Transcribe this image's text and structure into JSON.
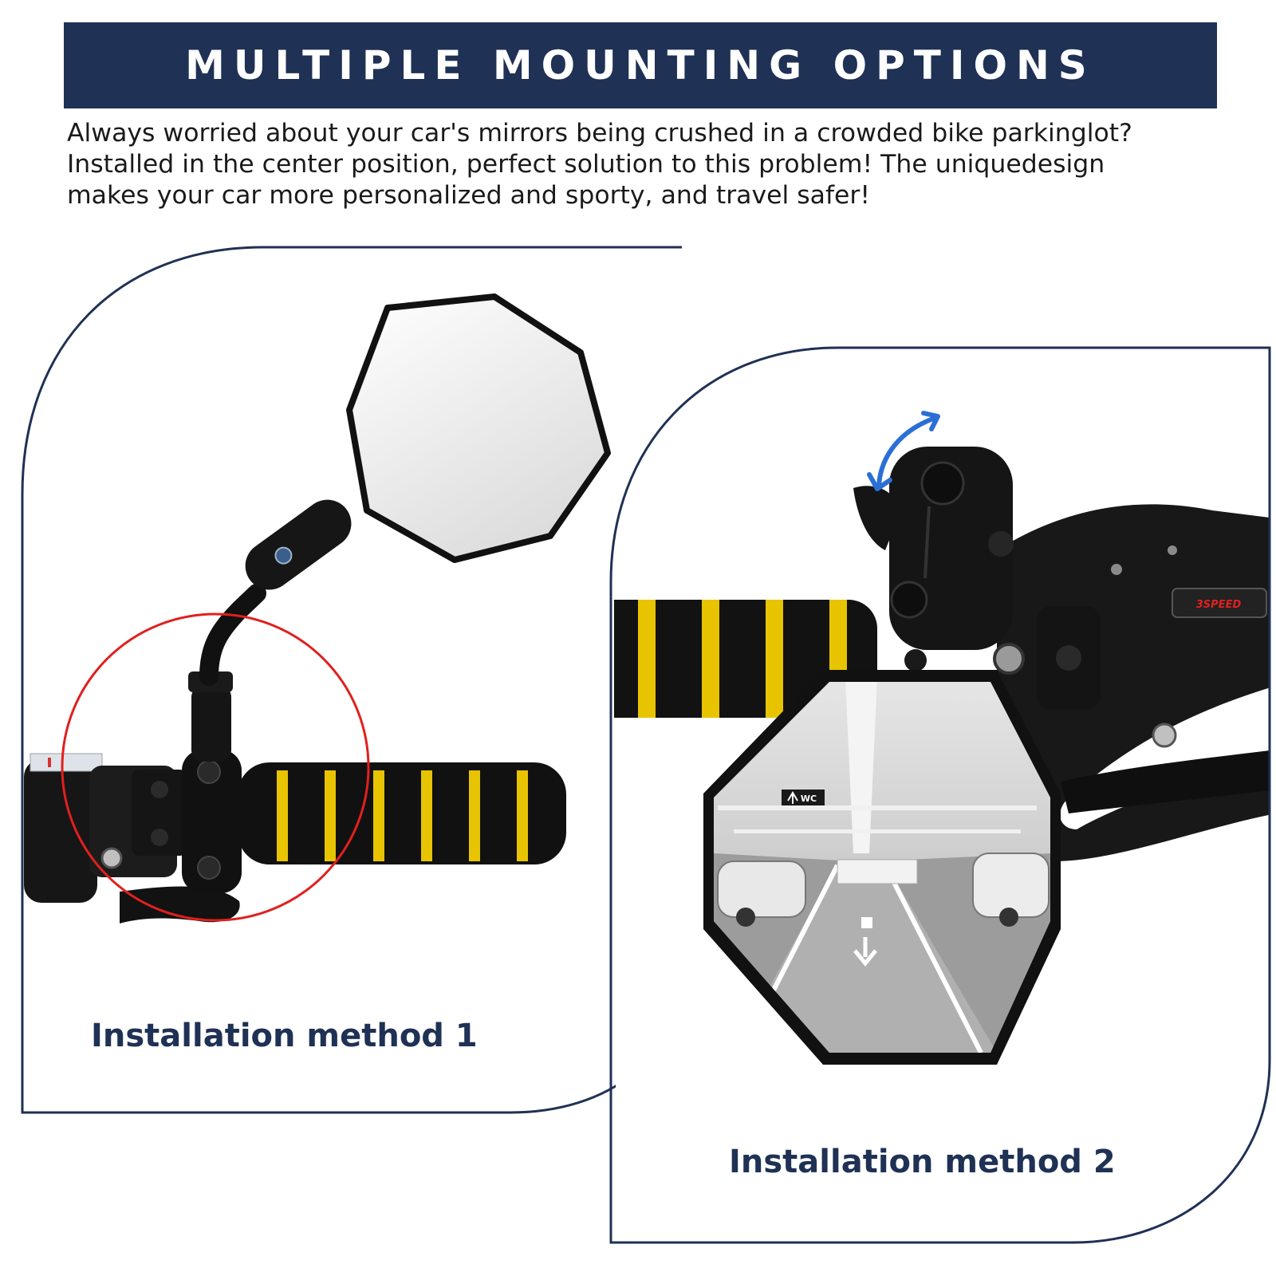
{
  "banner": {
    "title": "MULTIPLE MOUNTING OPTIONS"
  },
  "description": {
    "lines": [
      "Always worried about your car's mirrors being crushed in a crowded bike parkinglot?",
      "Installed in the center position, perfect solution to this problem! The uniquedesign",
      "makes your car more personalized and sporty, and travel safer!"
    ]
  },
  "panel_1": {
    "caption": "Installation method 1"
  },
  "panel_2": {
    "caption": "Installation method 2",
    "reflection_sign": "WC",
    "shifter_label": "3SPEED"
  },
  "colors": {
    "navy": "#1f3154",
    "grip_yellow": "#e8c400",
    "highlight_red": "#e0201e",
    "arrow_blue": "#2a6fd6"
  },
  "icons": [
    "rotate-arrow-icon",
    "exit-arrow-icon",
    "down-arrow-icon"
  ]
}
